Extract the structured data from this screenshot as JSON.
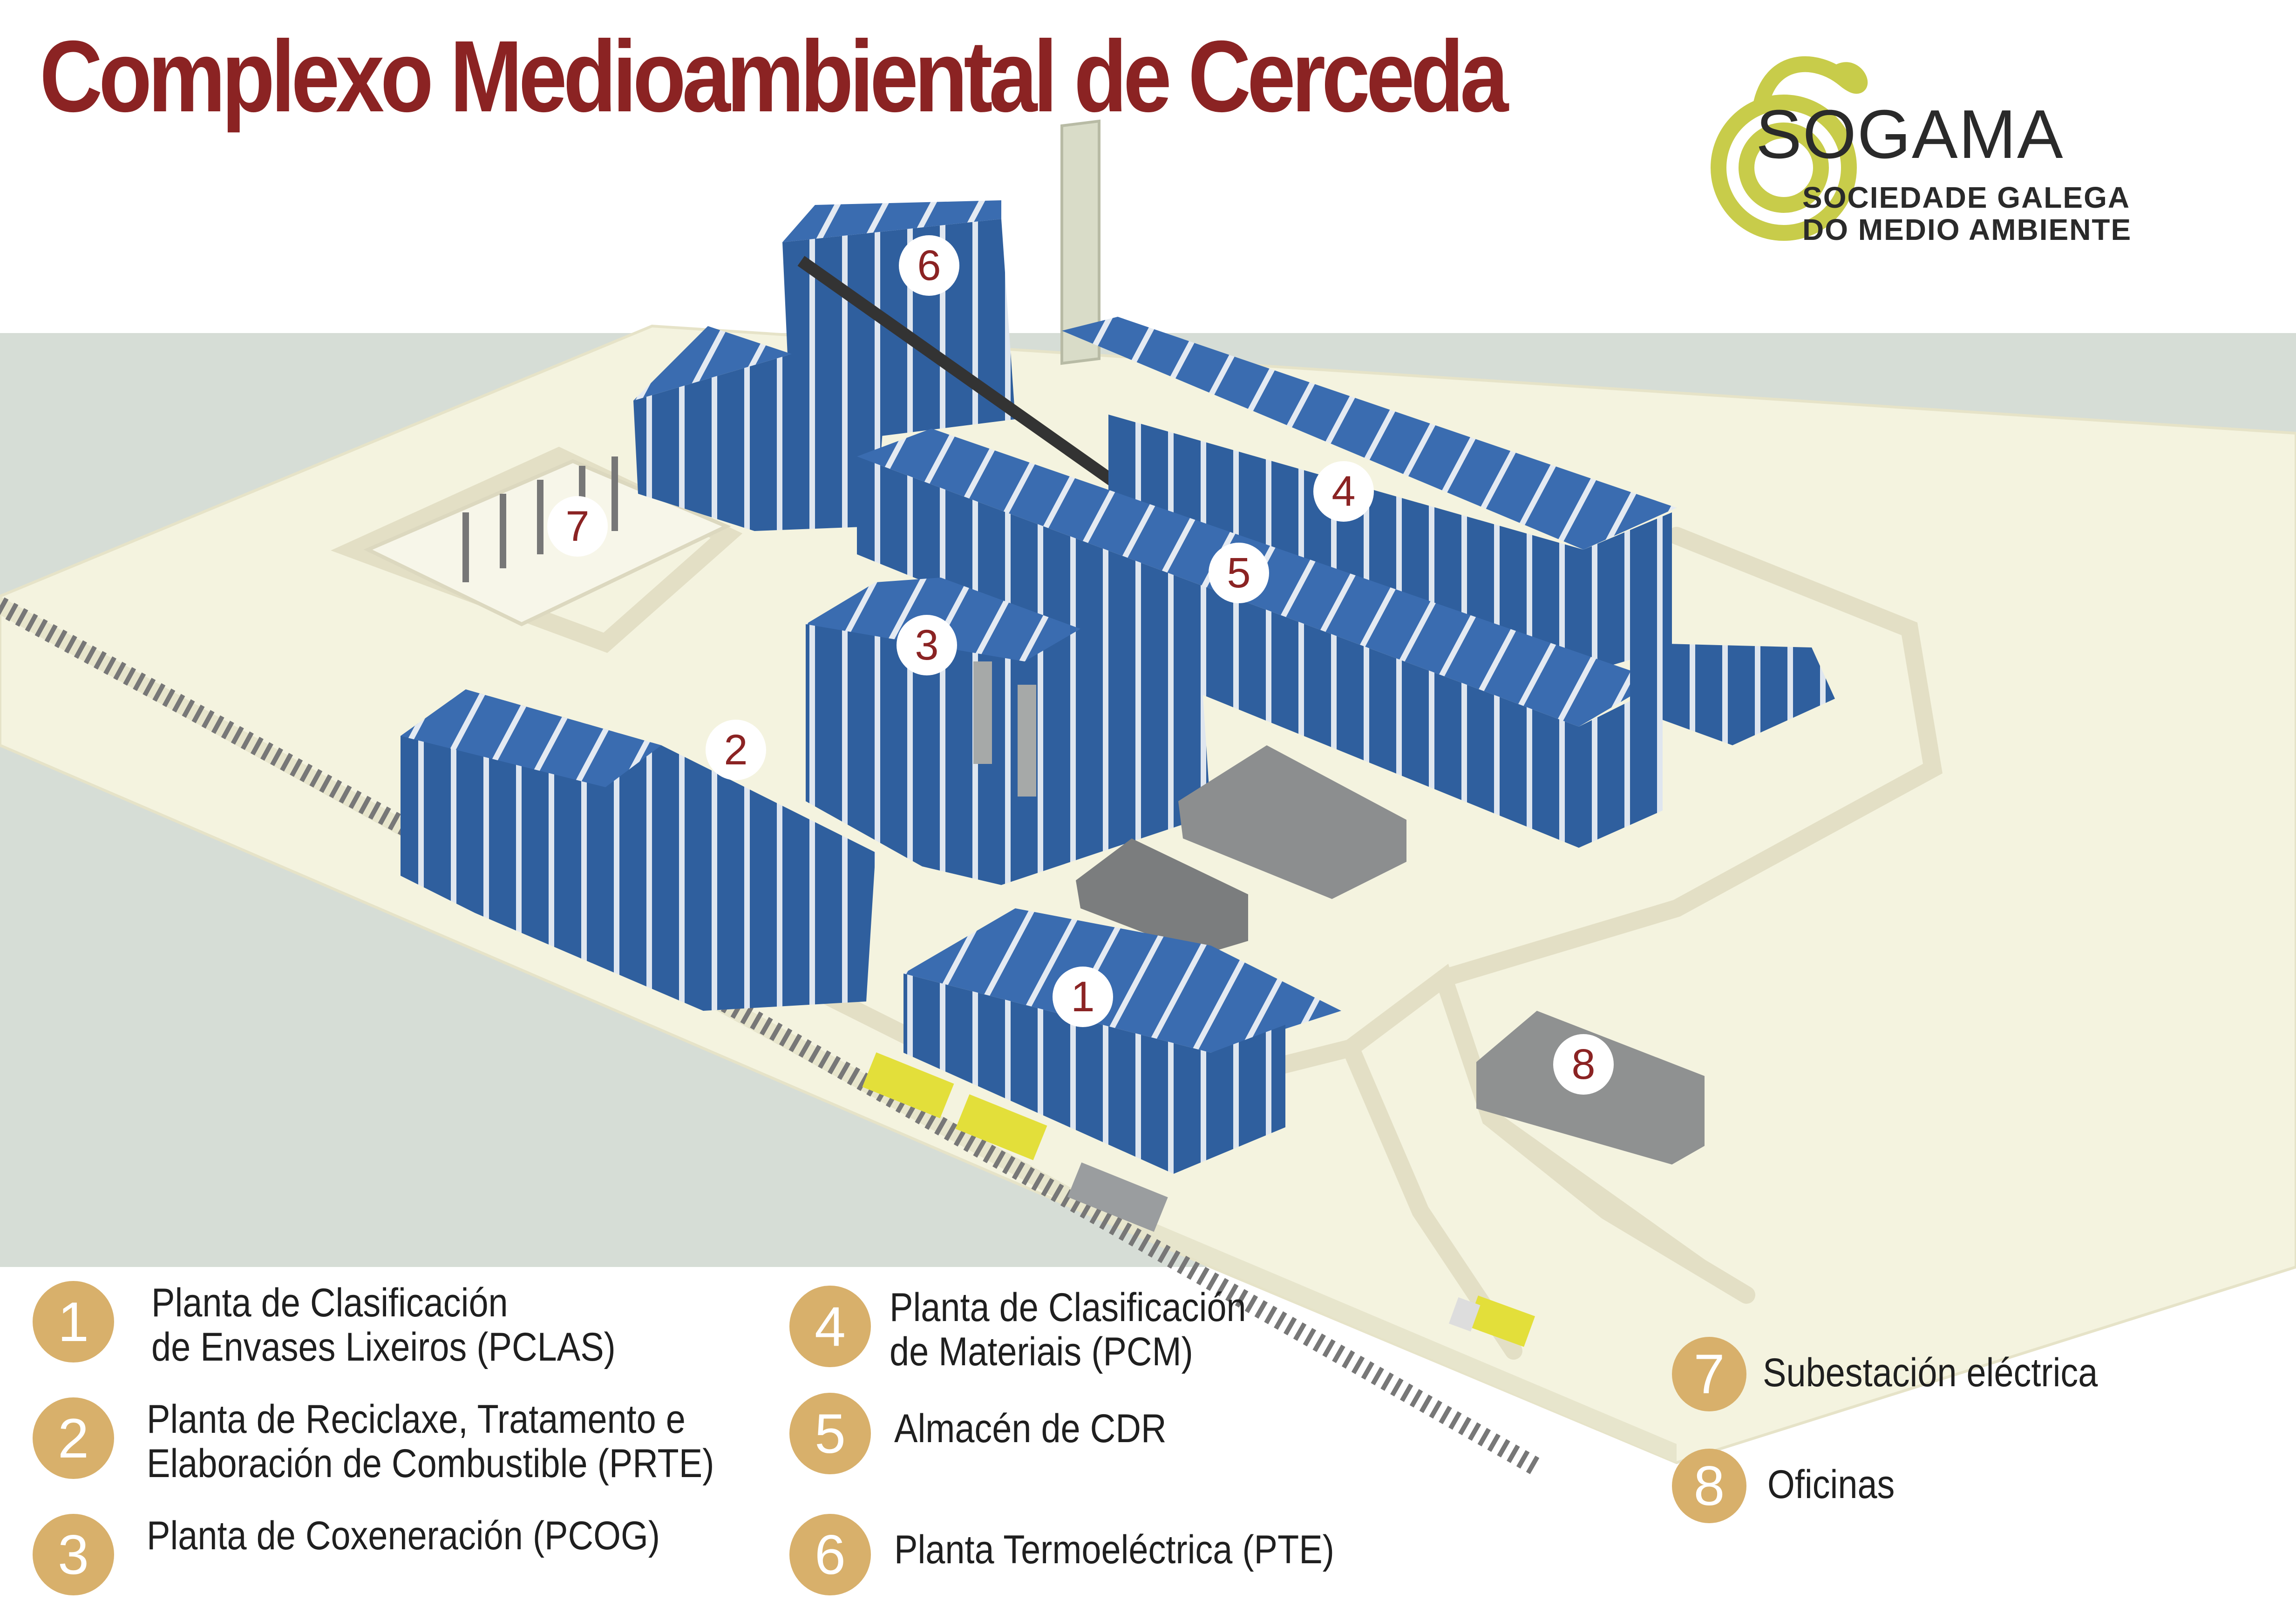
{
  "title": "Complexo Medioambiental de Cerceda",
  "logo": {
    "name": "SOGAMA",
    "subtitle_line1": "SOCIEDADE GALEGA",
    "subtitle_line2": "DO MEDIO AMBIENTE"
  },
  "colors": {
    "title": "#8b2323",
    "building_blue": "#2f5f9e",
    "badge_gold": "#d8b06b",
    "ground": "#f4f3df",
    "background": "#d6ddd6",
    "logo_green": "#c8cc4a"
  },
  "map_markers": [
    {
      "num": "1",
      "label": "1"
    },
    {
      "num": "2",
      "label": "2"
    },
    {
      "num": "3",
      "label": "3"
    },
    {
      "num": "4",
      "label": "4"
    },
    {
      "num": "5",
      "label": "5"
    },
    {
      "num": "6",
      "label": "6"
    },
    {
      "num": "7",
      "label": "7"
    },
    {
      "num": "8",
      "label": "8"
    }
  ],
  "legend": [
    {
      "num": "1",
      "text": "Planta de Clasificación\nde Envases Lixeiros (PCLAS)"
    },
    {
      "num": "2",
      "text": "Planta de Reciclaxe, Tratamento e\nElaboración de Combustible (PRTE)"
    },
    {
      "num": "3",
      "text": "Planta de Coxeneración (PCOG)"
    },
    {
      "num": "4",
      "text": "Planta de Clasificación\nde Materiais (PCM)"
    },
    {
      "num": "5",
      "text": "Almacén de CDR"
    },
    {
      "num": "6",
      "text": "Planta Termoeléctrica (PTE)"
    },
    {
      "num": "7",
      "text": "Subestación eléctrica"
    },
    {
      "num": "8",
      "text": "Oficinas"
    }
  ]
}
